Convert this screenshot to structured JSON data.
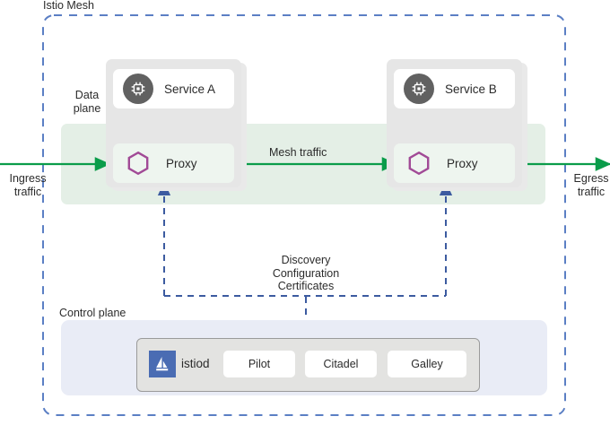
{
  "diagram": {
    "title": "Istio Mesh",
    "zones": {
      "data_plane_label": "Data\nplane",
      "control_plane_label": "Control plane"
    },
    "traffic": {
      "ingress_label": "Ingress\ntraffic",
      "egress_label": "Egress\ntraffic",
      "mesh_label": "Mesh traffic"
    },
    "discovery_label": "Discovery\nConfiguration\nCertificates",
    "pods": [
      {
        "service_name": "Service A",
        "proxy_name": "Proxy",
        "service_icon": "cpu-chip-icon",
        "proxy_icon": "hexagon-icon"
      },
      {
        "service_name": "Service B",
        "proxy_name": "Proxy",
        "service_icon": "cpu-chip-icon",
        "proxy_icon": "hexagon-icon"
      }
    ],
    "control_plane": {
      "istiod_name": "istiod",
      "istiod_icon": "istio-sailboat-icon",
      "components": [
        "Pilot",
        "Citadel",
        "Galley"
      ]
    },
    "colors": {
      "mesh_boundary": "#5b7fc4",
      "data_plane_band": "#e4efe6",
      "control_plane_panel": "#e9ecf6",
      "traffic_arrow": "#0a9c4a",
      "discovery_arrow": "#3c5ba0",
      "pod_box": "#e6e6e6",
      "proxy_card": "#eef5ef",
      "hexagon": "#a14a96",
      "service_icon": "#616161",
      "istiod_logo": "#4a6cb3",
      "text": "#2b2b2b"
    }
  }
}
